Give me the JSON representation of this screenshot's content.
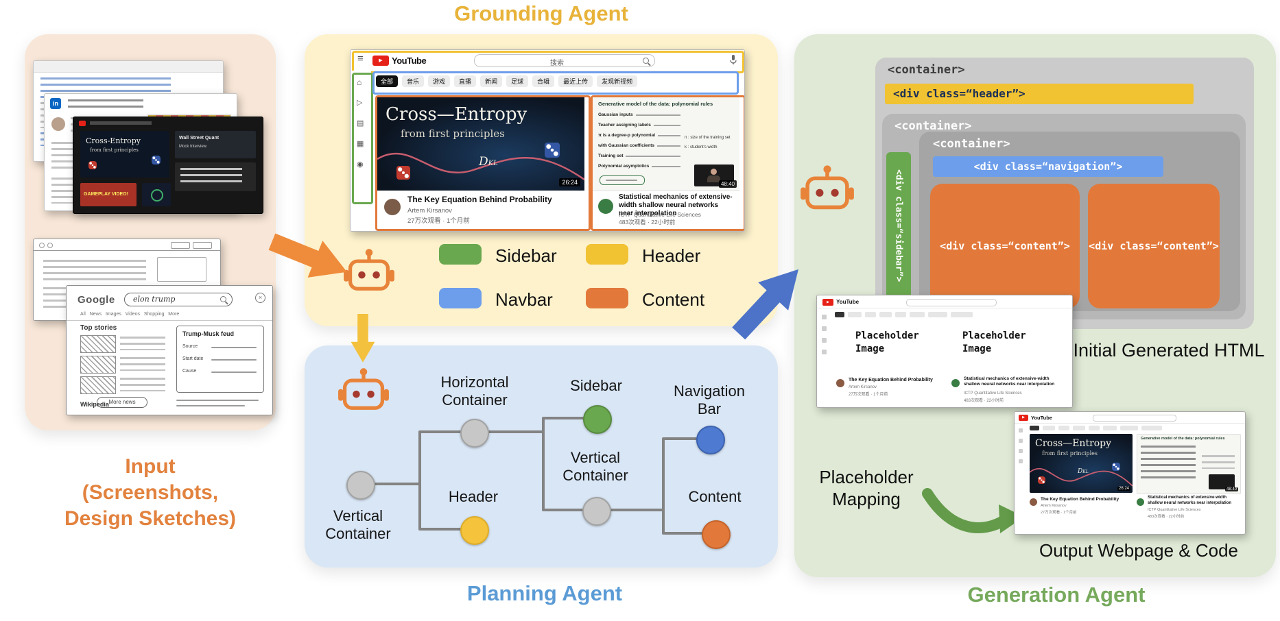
{
  "titles": {
    "grounding": "Grounding Agent",
    "planning": "Planning Agent",
    "generation": "Generation Agent"
  },
  "input": {
    "caption_line1": "Input",
    "caption_line2": "(Screenshots,",
    "caption_line3": "Design Sketches)",
    "linkedin_logo": "in",
    "dark_shot": {
      "tile1_line1": "Cross-Entropy",
      "tile1_line2": "from first principles",
      "tile2_line1": "Wall Street Quant",
      "tile2_line2": "Mock Interview",
      "tile3": "GAMEPLAY VIDEO!"
    },
    "sketch": {
      "logo": "Google",
      "query": "elon trump",
      "tabs": "All   News   Images   Videos   Shopping   More",
      "top_stories": "Top stories",
      "card_title": "Trump-Musk feud",
      "card_rows": [
        "Source",
        "Start date",
        "Cause"
      ],
      "more_news": "More news",
      "wikipedia": "Wikipedia"
    }
  },
  "grounding": {
    "legend": [
      {
        "label": "Sidebar",
        "color": "#6aa84f"
      },
      {
        "label": "Header",
        "color": "#f1c232"
      },
      {
        "label": "Navbar",
        "color": "#6d9eeb"
      },
      {
        "label": "Content",
        "color": "#e2793b"
      }
    ],
    "shot": {
      "logo": "YouTube",
      "search_placeholder": "搜索",
      "chips": [
        "全部",
        "音乐",
        "游戏",
        "直播",
        "新闻",
        "足球",
        "合辑",
        "最近上传",
        "发现新视频"
      ],
      "video1": {
        "thumb_title": "Cross—Entropy",
        "thumb_subtitle": "from first principles",
        "dkl_d": "D",
        "dkl_sub": "KL",
        "duration": "26:24",
        "title": "The Key Equation Behind Probability",
        "channel": "Artem Kirsanov",
        "meta": "27万次观看 · 1个月前"
      },
      "video2": {
        "board_title": "Generative model of the data: polynomial rules",
        "board_labels": [
          "Gaussian inputs",
          "Teacher assigning labels",
          "π is a degree-p polynomial",
          "with Gaussian coefficients",
          "Training set",
          "Polynomial asymptotics"
        ],
        "board_notes": [
          "n :  size of the training set",
          "k :  student's width"
        ],
        "duration": "48:40",
        "title": "Statistical mechanics of extensive-width shallow neural networks near interpolation",
        "channel": "ICTP Quantitative Life Sciences",
        "meta": "483次观看 · 22小时前"
      }
    }
  },
  "planning": {
    "node1": "Vertical Container",
    "node2": "Horizontal Container",
    "node3": "Header",
    "node4": "Sidebar",
    "node5": "Vertical Container",
    "node6": "Navigation Bar",
    "node7": "Content"
  },
  "generation": {
    "container": "<container>",
    "header_div": "<div class=“header”>",
    "navigation_div": "<div class=“navigation”>",
    "sidebar_div": "<div class=“sidebar”>",
    "content_div": "<div class=“content”>",
    "initial_label": "Initial Generated HTML",
    "placeholder_line1": "Placeholder",
    "placeholder_line2": "Image",
    "mapping_line1": "Placeholder",
    "mapping_line2": "Mapping",
    "output_label": "Output Webpage & Code"
  },
  "icons": {
    "hamburger": "≡",
    "play": "▶",
    "home": "⌂",
    "shorts": "▷",
    "library": "▦",
    "subscriptions": "▤",
    "profile": "◉",
    "close": "×"
  },
  "colors": {
    "input_panel": "#f8e7d8",
    "grounding_panel": "#fdf2cc",
    "planning_panel": "#d9e6f5",
    "generation_panel": "#dfe9d5",
    "sidebar_green": "#6aa84f",
    "header_yellow": "#f1c232",
    "navbar_blue": "#6d9eeb",
    "content_orange": "#e2793b",
    "robot_orange": "#e8833a",
    "title_grounding": "#e8b33a",
    "title_planning": "#5b9bd5",
    "title_generation": "#76a95c",
    "title_input": "#e2823e"
  }
}
